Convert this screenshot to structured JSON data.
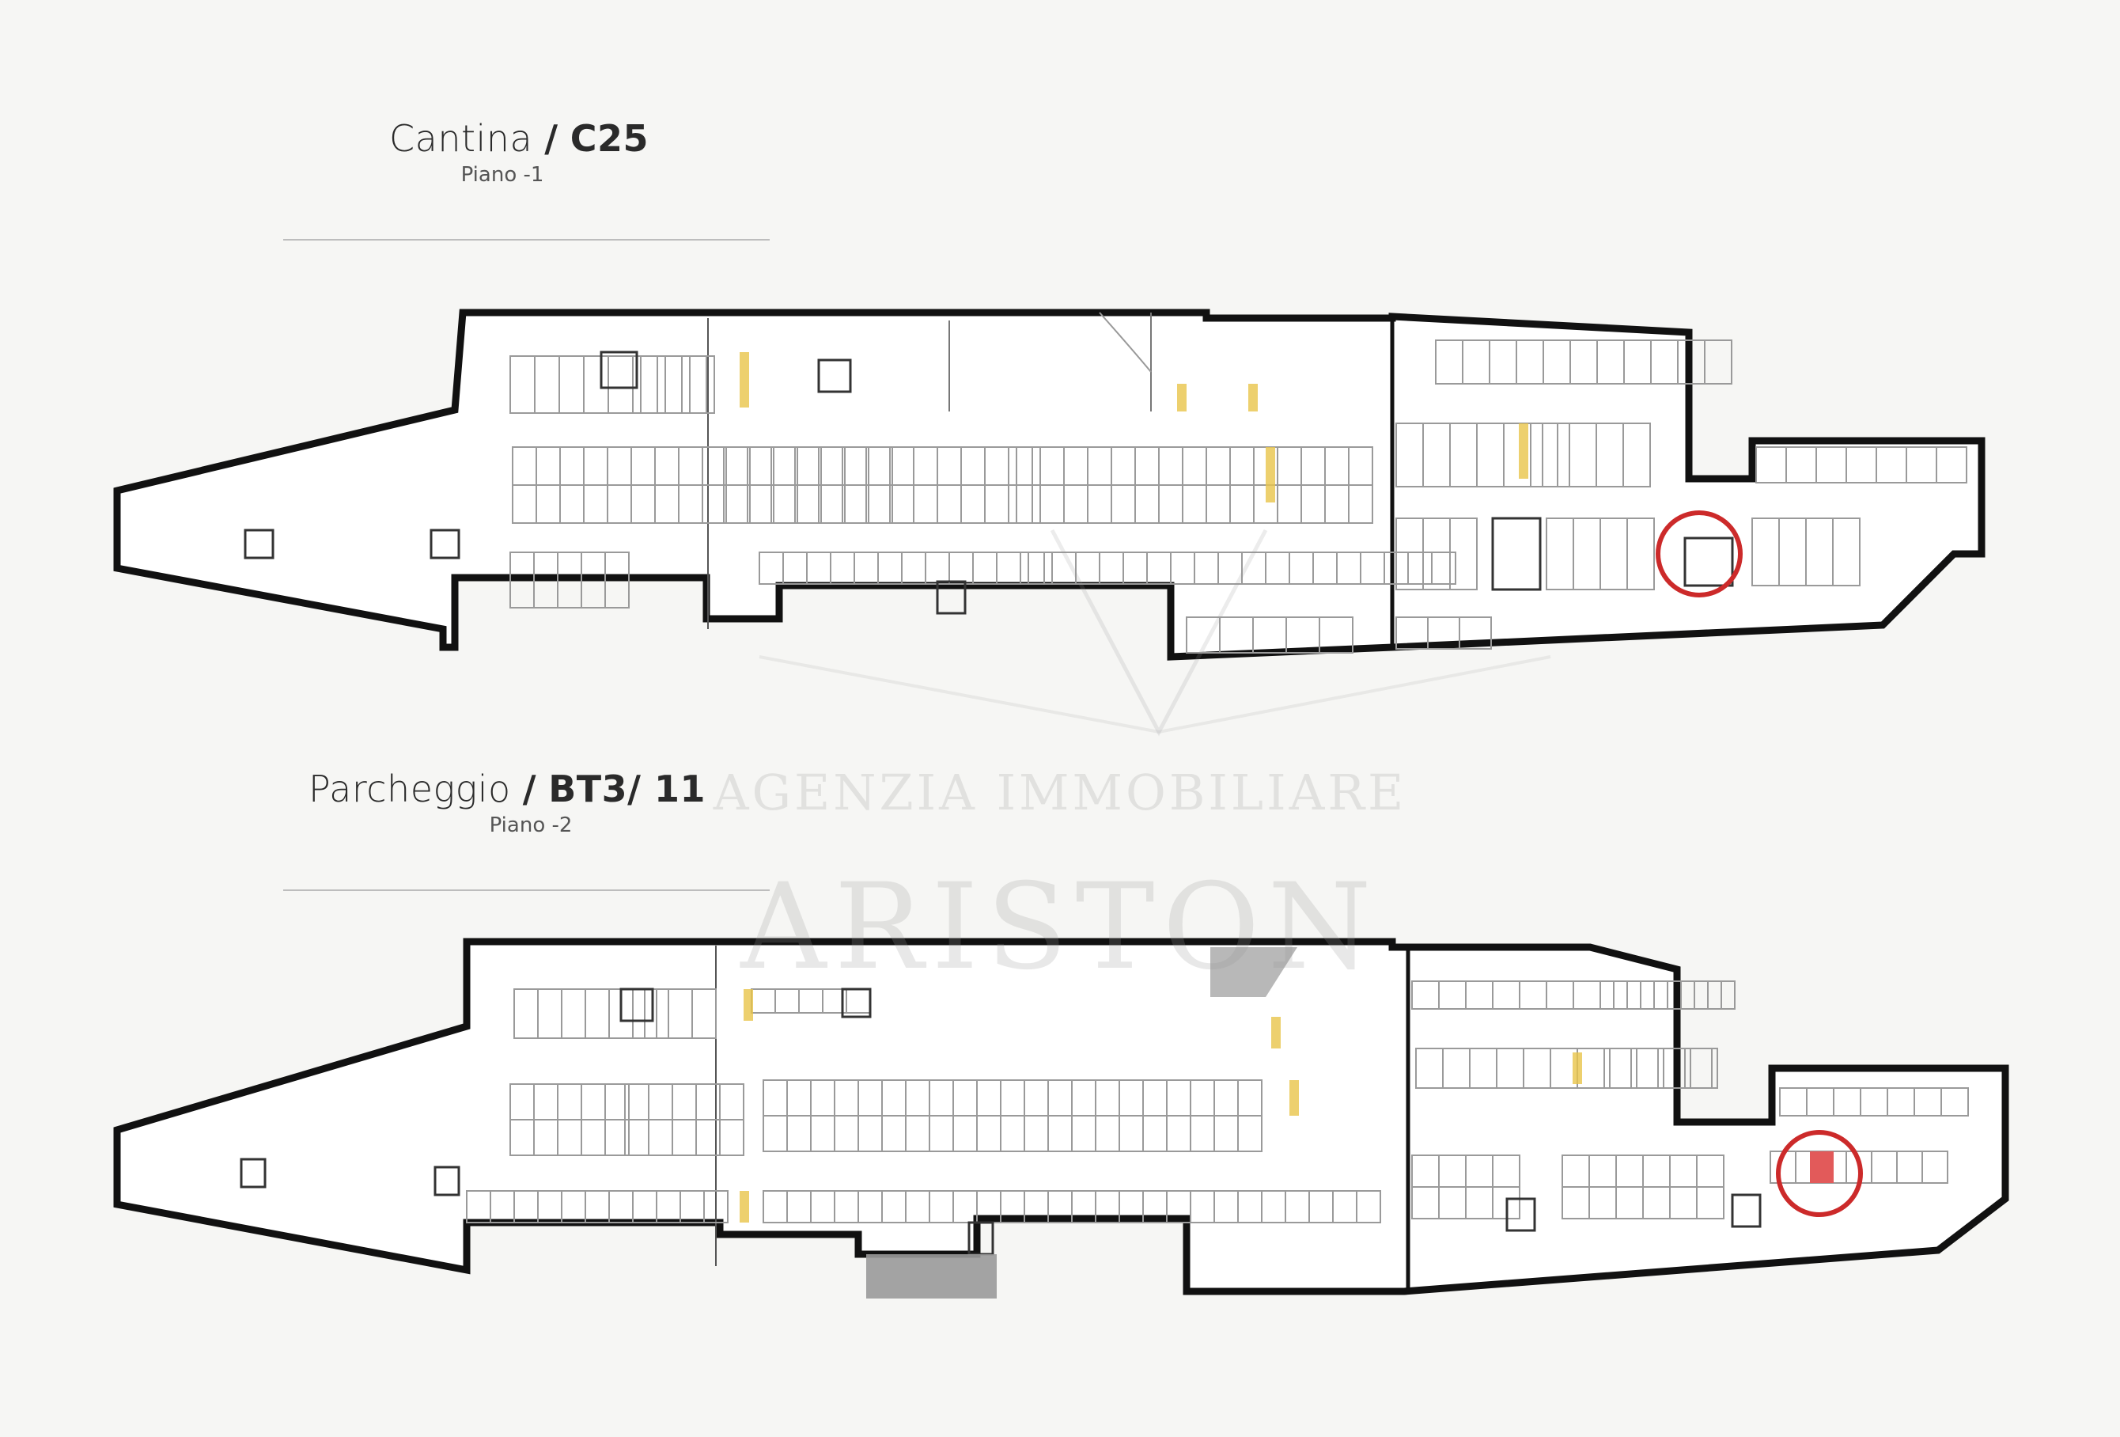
{
  "plans": [
    {
      "id": "cantina",
      "title_prefix": "Cantina",
      "title_slash": "/",
      "title_code": "C25",
      "subtitle": "Piano -1"
    },
    {
      "id": "parcheggio",
      "title_prefix": "Parcheggio",
      "title_slash": "/",
      "title_code": "BT3/ 11",
      "subtitle": "Piano -2"
    }
  ],
  "watermark": {
    "line1": "AGENZIA IMMOBILIARE",
    "line2": "ARISTON"
  },
  "colors": {
    "wall": "#111111",
    "marker": "#cc2a2a",
    "highlight_fill": "#e25a5a",
    "accent_yellow": "#e8c44a",
    "neighbor_block": "#9a9a9a"
  }
}
